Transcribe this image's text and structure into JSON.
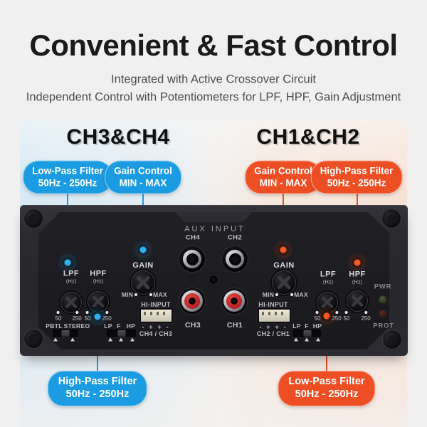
{
  "header": {
    "title": "Convenient & Fast Control",
    "subtitle1": "Integrated with Active Crossover Circuit",
    "subtitle2": "Independent Control with Potentiometers for LPF, HPF, Gain Adjustment"
  },
  "sections": {
    "left": {
      "label": "CH3&CH4",
      "accent": "#1b9ce2"
    },
    "right": {
      "label": "CH1&CH2",
      "accent": "#ee4e23"
    }
  },
  "colors": {
    "blue": "#1b9ce2",
    "orange": "#ee4e23"
  },
  "callouts": [
    {
      "title": "Low-Pass Filter",
      "range": "50Hz - 250Hz",
      "color": "blue"
    },
    {
      "title": "Gain Control",
      "range": "MIN - MAX",
      "color": "blue"
    },
    {
      "title": "Gain Control",
      "range": "MIN - MAX",
      "color": "orange"
    },
    {
      "title": "High-Pass Filter",
      "range": "50Hz - 250Hz",
      "color": "orange"
    },
    {
      "title": "High-Pass Filter",
      "range": "50Hz - 250Hz",
      "color": "blue"
    },
    {
      "title": "Low-Pass Filter",
      "range": "50Hz - 250Hz",
      "color": "orange"
    }
  ],
  "panel": {
    "aux_label": "AUX  INPUT",
    "jacks": {
      "ch4": "CH4",
      "ch2": "CH2",
      "ch3": "CH3",
      "ch1": "CH1"
    },
    "knob": {
      "lpf": "LPF",
      "hpf": "HPF",
      "hz": "(Hz)",
      "scale_low": "50",
      "scale_high": "250"
    },
    "gain": {
      "label": "GAIN",
      "min": "MIN",
      "max": "MAX"
    },
    "hi_input": {
      "label": "HI-INPUT",
      "polarity": "-  +  +  -",
      "left_channels": "CH4 / CH3",
      "right_channels": "CH2 / CH1"
    },
    "switches": {
      "pbtl": "PBTL",
      "stereo": "STEREO",
      "lp": "LP",
      "f": "F",
      "hp": "HP"
    },
    "leds": {
      "power": "PWR",
      "protect": "PROT"
    }
  }
}
